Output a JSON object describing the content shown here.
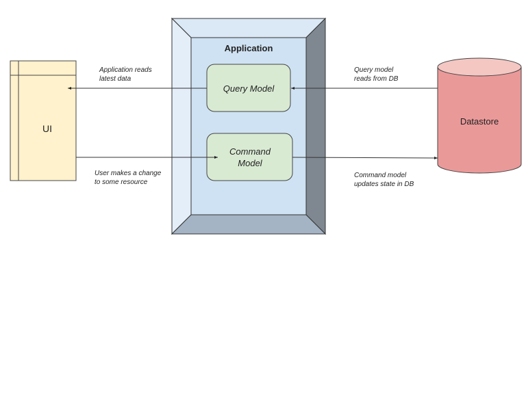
{
  "diagram": {
    "nodes": {
      "ui": {
        "label": "UI",
        "fill": "#fff2cc"
      },
      "application": {
        "label": "Application",
        "fill": "#cfe2f3"
      },
      "query_model": {
        "label": "Query Model",
        "fill": "#d9ead3"
      },
      "command_model": {
        "label_line1": "Command",
        "label_line2": "Model",
        "fill": "#d9ead3"
      },
      "datastore": {
        "label": "Datastore",
        "fill": "#ea9999",
        "top_fill": "#f4c7c3"
      }
    },
    "edges": [
      {
        "from": "query_model",
        "to": "ui",
        "label_line1": "Application reads",
        "label_line2": "latest data"
      },
      {
        "from": "ui",
        "to": "command_model",
        "label_line1": "User makes a change",
        "label_line2": "to some resource"
      },
      {
        "from": "datastore",
        "to": "query_model",
        "label_line1": "Query model",
        "label_line2": "reads from DB"
      },
      {
        "from": "command_model",
        "to": "datastore",
        "label_line1": "Command model",
        "label_line2": "updates state in DB"
      }
    ]
  }
}
